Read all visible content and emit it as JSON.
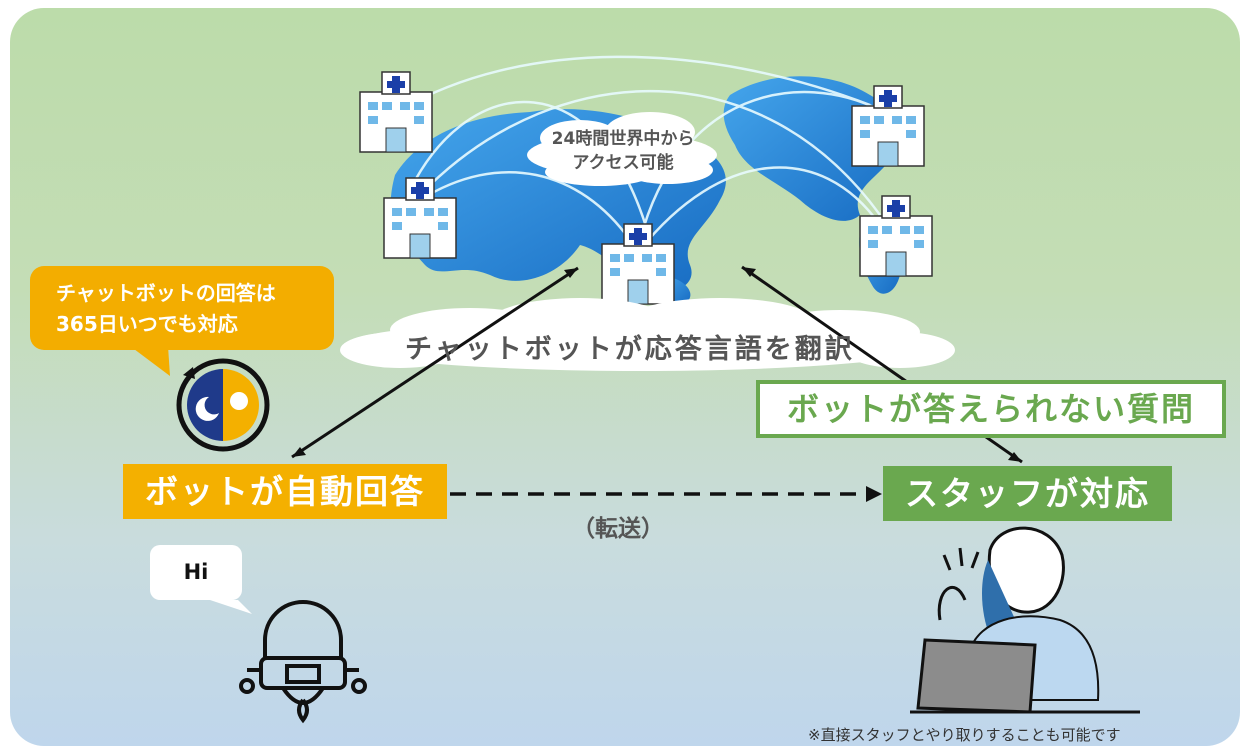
{
  "access_text": "24時間世界中からアクセス可能",
  "access_line1": "24時間世界中から",
  "access_line2": "アクセス可能",
  "chatbot_answer_line1": "チャットボットの回答は",
  "chatbot_answer_line2": "365日いつでも対応",
  "translate_text": "チャットボットが応答言語を翻訳",
  "unanswerable_text": "ボットが答えられない質問",
  "bot_auto_answer": "ボットが自動回答",
  "staff_response": "スタッフが対応",
  "transfer_text": "（転送）",
  "hi_text": "Hi",
  "footnote": "※直接スタッフとやり取りすることも可能です",
  "icons": [
    "hospital-icon",
    "day-night-cycle-icon",
    "robot-icon",
    "staff-laptop-icon"
  ],
  "colors": {
    "yellow": "#f4b000",
    "green": "#6aa84f",
    "map_blue": "#1f7fd4"
  }
}
